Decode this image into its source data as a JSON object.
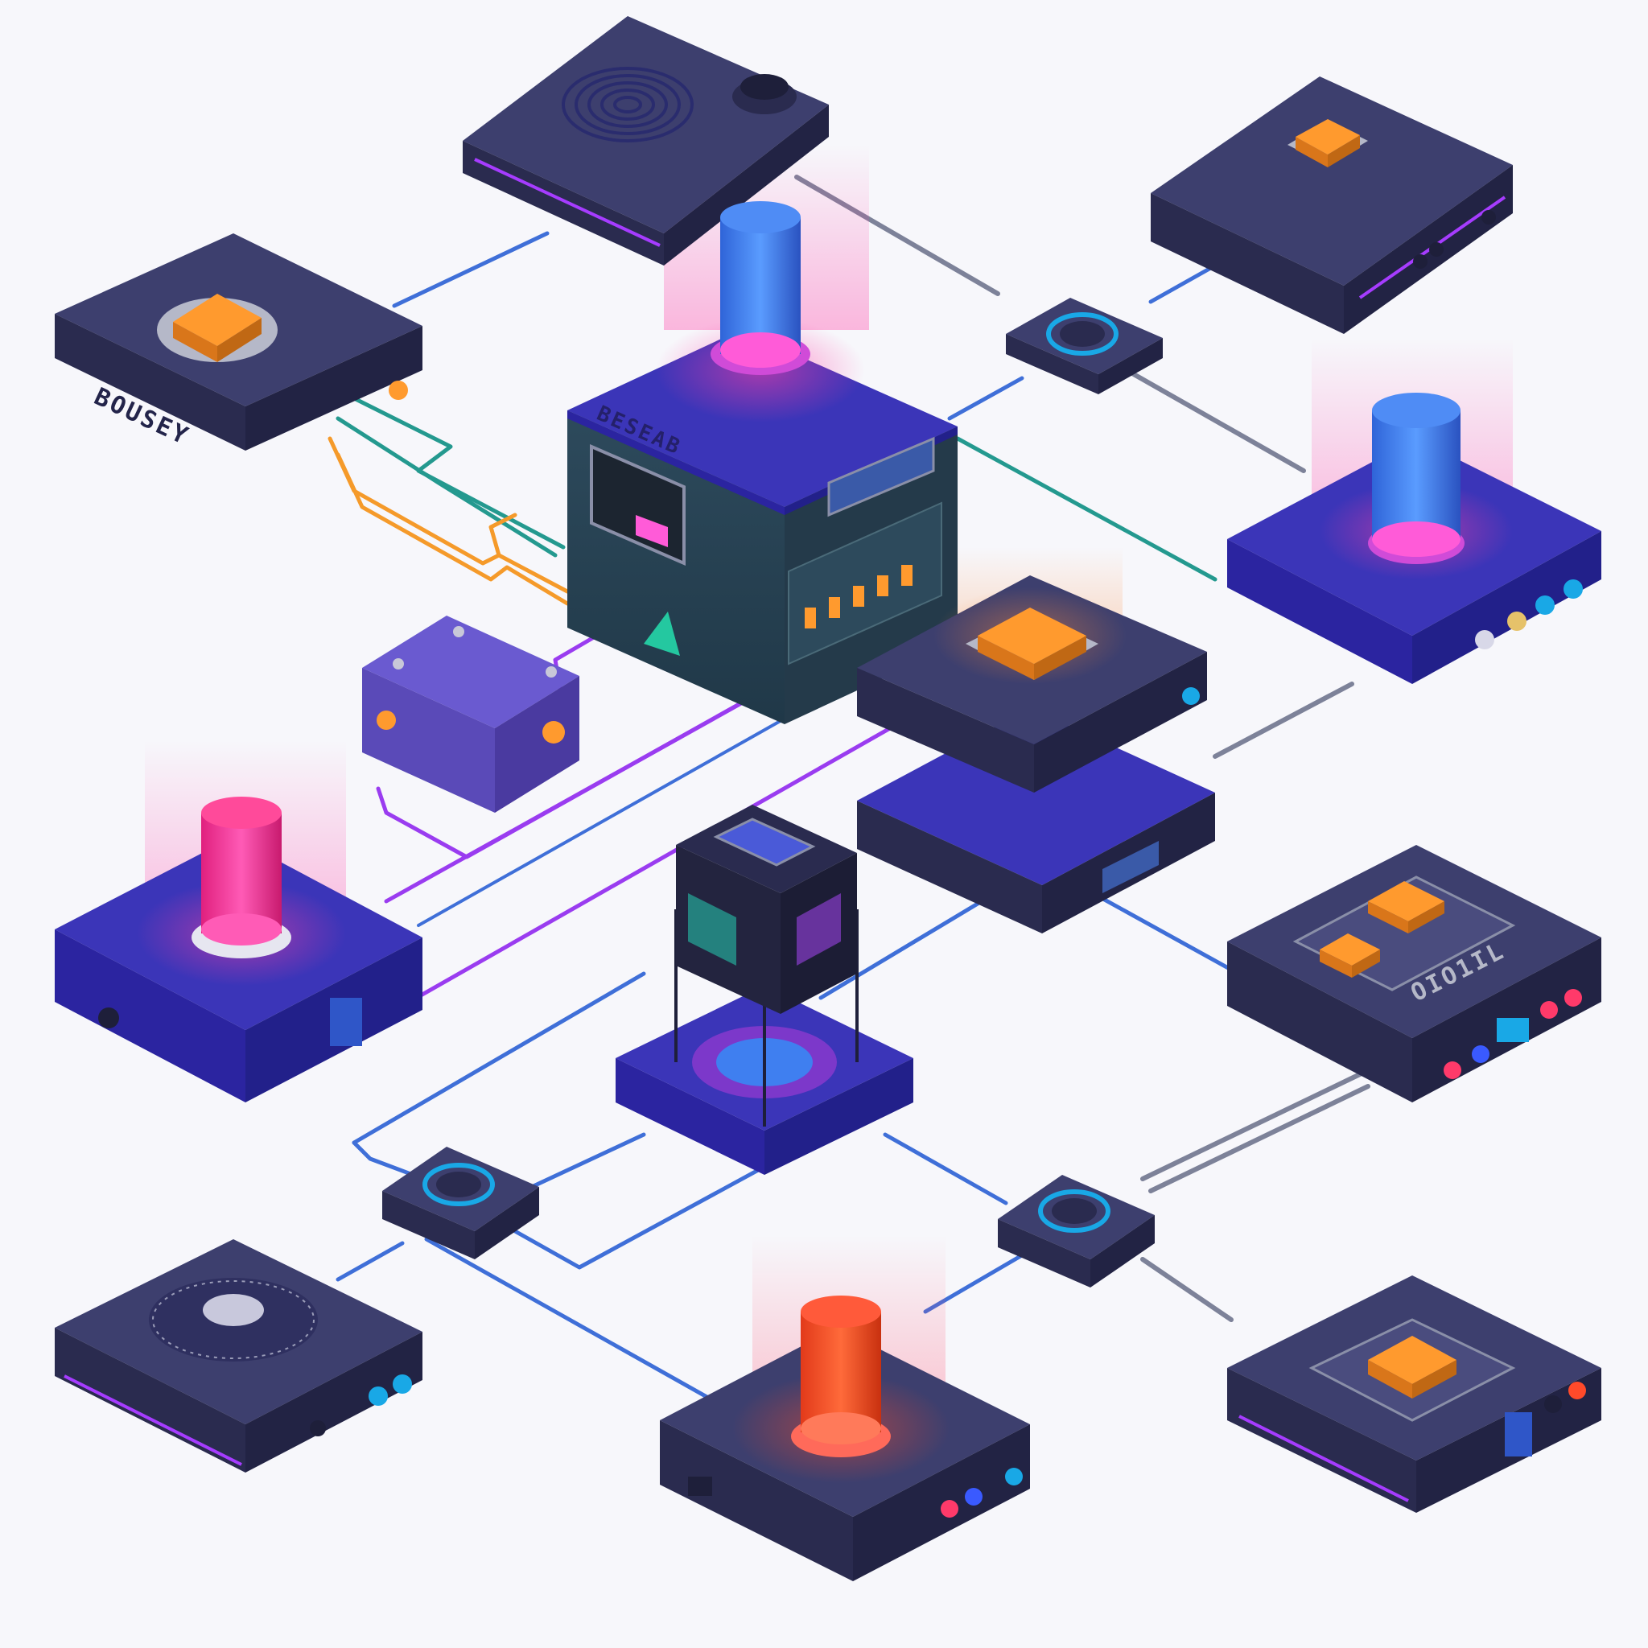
{
  "scene": {
    "background": "#f7f7fb",
    "palette": {
      "device_top_dark": "#3d3f6e",
      "device_top_indigo": "#3b35b8",
      "device_side_dark": "#2a2b4f",
      "device_side_indigo": "#2b24a0",
      "accent_purple": "#a63cff",
      "orange_button": "#ff9a2e",
      "blue_beacon": "#3f7ff0",
      "pink_beacon": "#ff3ea5",
      "red_beacon": "#ff4a2a",
      "cyan_ring": "#19a8e6",
      "cable_blue": "#3f6fd8",
      "cable_teal": "#24998f",
      "cable_orange": "#f59a2a",
      "cable_purple": "#9a3cf0",
      "cable_grey": "#7d8299"
    },
    "labels": {
      "left_top_device": "BOUSEY",
      "center_hub_top": "BESEAB",
      "right_device_panel": "OIO1IL"
    }
  }
}
